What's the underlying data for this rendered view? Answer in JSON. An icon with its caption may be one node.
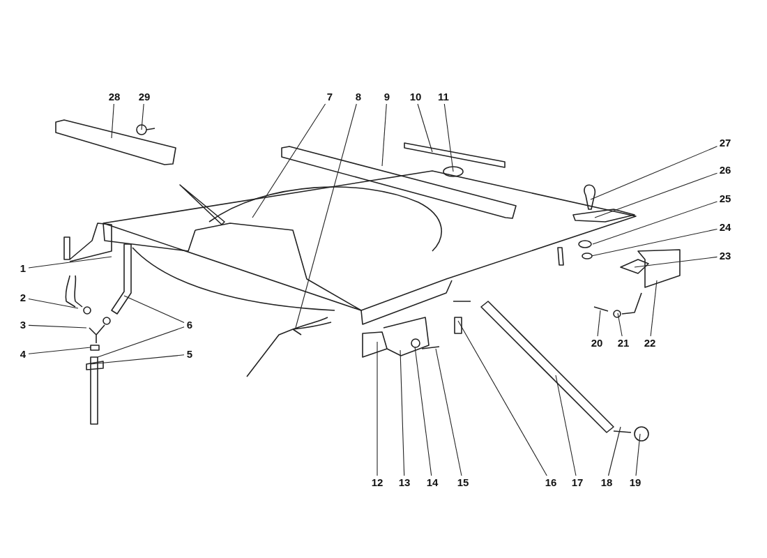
{
  "diagram": {
    "nodes": [
      {
        "text": [
          "1"
        ]
      },
      {
        "text": [
          "2"
        ]
      },
      {
        "text": [
          "3"
        ]
      },
      {
        "text": [
          "4"
        ]
      },
      {
        "text": [
          "5"
        ]
      },
      {
        "text": [
          "6"
        ]
      },
      {
        "text": [
          "7"
        ]
      },
      {
        "text": [
          "8"
        ]
      },
      {
        "text": [
          "9"
        ]
      },
      {
        "text": [
          "10"
        ]
      },
      {
        "text": [
          "11"
        ]
      },
      {
        "text": [
          "12"
        ]
      },
      {
        "text": [
          "13"
        ]
      },
      {
        "text": [
          "14"
        ]
      },
      {
        "text": [
          "15"
        ]
      },
      {
        "text": [
          "16"
        ]
      },
      {
        "text": [
          "17"
        ]
      },
      {
        "text": [
          "18"
        ]
      },
      {
        "text": [
          "19"
        ]
      },
      {
        "text": [
          "20"
        ]
      },
      {
        "text": [
          "21"
        ]
      },
      {
        "text": [
          "22"
        ]
      },
      {
        "text": [
          "23"
        ]
      },
      {
        "text": [
          "24"
        ]
      },
      {
        "text": [
          "25"
        ]
      },
      {
        "text": [
          "26"
        ]
      },
      {
        "text": [
          "27"
        ]
      },
      {
        "text": [
          "28"
        ]
      },
      {
        "text": [
          "29"
        ]
      }
    ],
    "edges": [
      {
        "from": 0,
        "to": null,
        "arrow": "none"
      },
      {
        "from": 1,
        "to": null,
        "arrow": "none"
      },
      {
        "from": 2,
        "to": null,
        "arrow": "none"
      },
      {
        "from": 3,
        "to": null,
        "arrow": "none"
      },
      {
        "from": 4,
        "to": null,
        "arrow": "none"
      },
      {
        "from": 5,
        "to": null,
        "arrow": "none"
      },
      {
        "from": 5,
        "to": null,
        "arrow": "none"
      },
      {
        "from": 6,
        "to": null,
        "arrow": "none"
      },
      {
        "from": 7,
        "to": null,
        "arrow": "none"
      },
      {
        "from": 8,
        "to": null,
        "arrow": "none"
      },
      {
        "from": 9,
        "to": null,
        "arrow": "none"
      },
      {
        "from": 10,
        "to": null,
        "arrow": "none"
      },
      {
        "from": 11,
        "to": null,
        "arrow": "none"
      },
      {
        "from": 12,
        "to": null,
        "arrow": "none"
      },
      {
        "from": 13,
        "to": null,
        "arrow": "none"
      },
      {
        "from": 14,
        "to": null,
        "arrow": "none"
      },
      {
        "from": 15,
        "to": null,
        "arrow": "none"
      },
      {
        "from": 16,
        "to": null,
        "arrow": "none"
      },
      {
        "from": 17,
        "to": null,
        "arrow": "none"
      },
      {
        "from": 18,
        "to": null,
        "arrow": "none"
      },
      {
        "from": 19,
        "to": null,
        "arrow": "none"
      },
      {
        "from": 20,
        "to": null,
        "arrow": "none"
      },
      {
        "from": 21,
        "to": null,
        "arrow": "none"
      },
      {
        "from": 22,
        "to": null,
        "arrow": "none"
      },
      {
        "from": 23,
        "to": null,
        "arrow": "none"
      },
      {
        "from": 24,
        "to": null,
        "arrow": "none"
      },
      {
        "from": 25,
        "to": null,
        "arrow": "none"
      },
      {
        "from": 26,
        "to": null,
        "arrow": "none"
      },
      {
        "from": 27,
        "to": null,
        "arrow": "none"
      },
      {
        "from": 28,
        "to": null,
        "arrow": "none"
      }
    ]
  }
}
